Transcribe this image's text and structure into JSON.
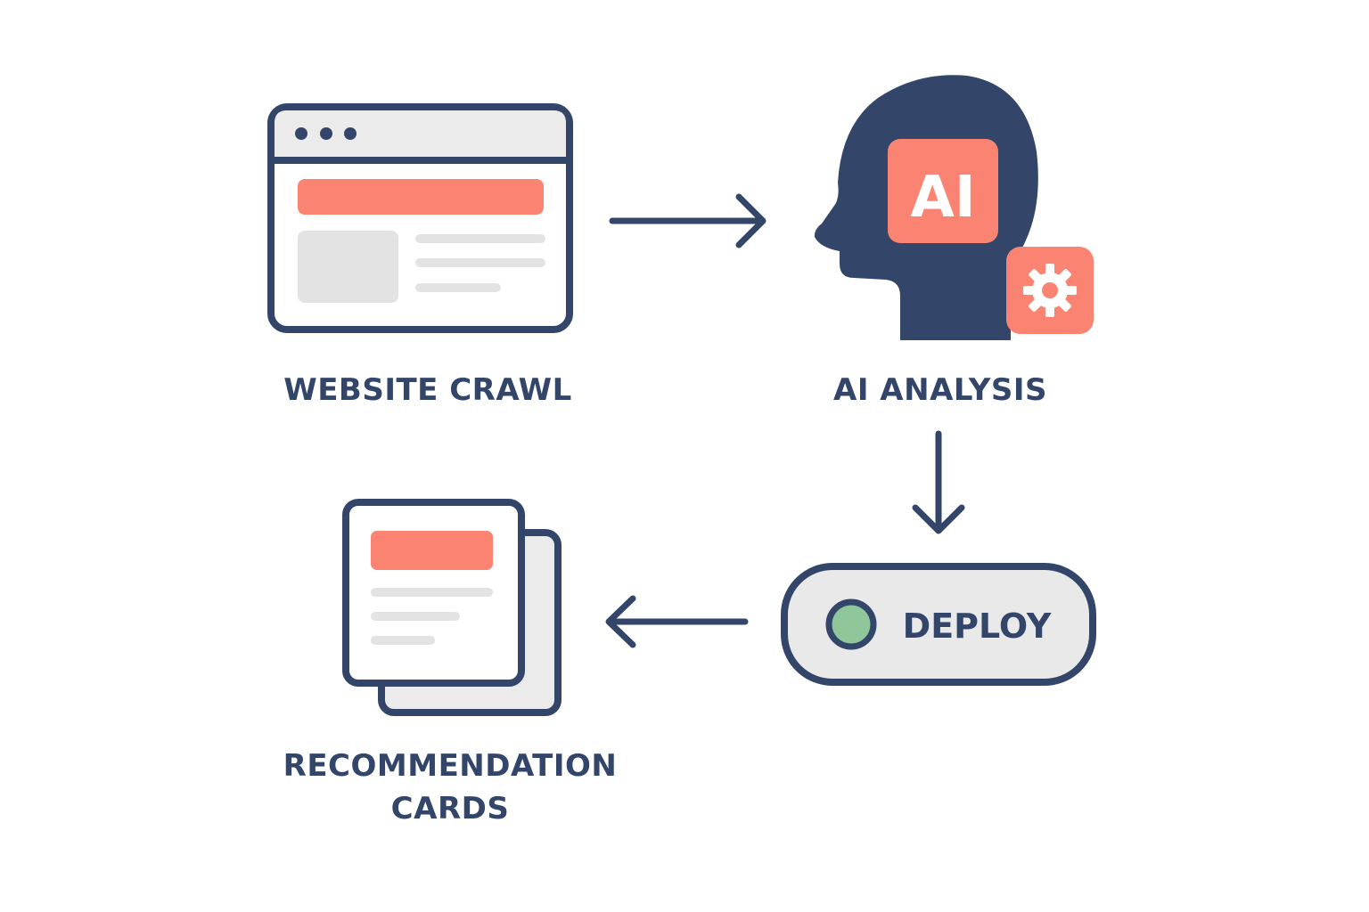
{
  "steps": {
    "crawl": {
      "label": "WEBSITE CRAWL",
      "icon": "browser-window-icon"
    },
    "analysis": {
      "label": "AI ANALYSIS",
      "badge": "AI",
      "icon": "ai-head-icon",
      "gear_icon": "gear-icon"
    },
    "deploy": {
      "label": "DEPLOY",
      "icon": "deploy-button-icon",
      "status_color": "#8fc79a"
    },
    "cards": {
      "label_line1": "RECOMMENDATION",
      "label_line2": "CARDS",
      "icon": "stacked-cards-icon"
    }
  },
  "colors": {
    "navy": "#33466a",
    "coral": "#fa8471",
    "light_gray": "#e8e8e8",
    "white": "#ffffff",
    "green": "#8fc79a"
  }
}
